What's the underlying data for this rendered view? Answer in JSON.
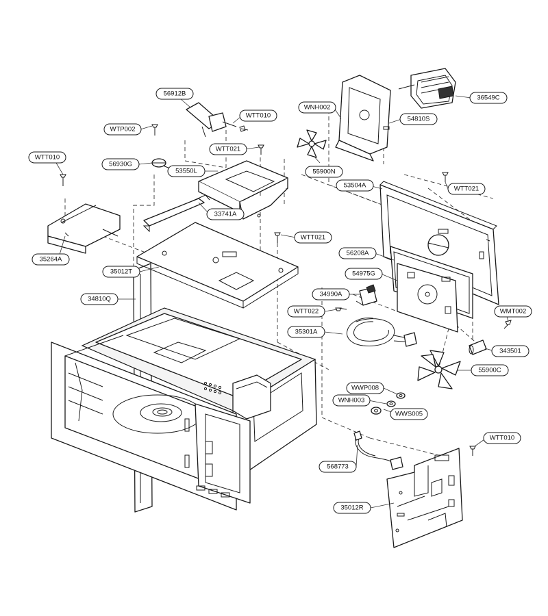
{
  "callouts": [
    {
      "id": "56912B",
      "label": "56912B"
    },
    {
      "id": "WTT010_top",
      "label": "WTT010"
    },
    {
      "id": "WTP002",
      "label": "WTP002"
    },
    {
      "id": "WTT021_a",
      "label": "WTT021"
    },
    {
      "id": "56930G",
      "label": "56930G"
    },
    {
      "id": "53550L",
      "label": "53550L"
    },
    {
      "id": "WTT010_left",
      "label": "WTT010"
    },
    {
      "id": "33741A",
      "label": "33741A"
    },
    {
      "id": "35264A",
      "label": "35264A"
    },
    {
      "id": "WTT021_b",
      "label": "WTT021"
    },
    {
      "id": "35012T",
      "label": "35012T"
    },
    {
      "id": "34810Q",
      "label": "34810Q"
    },
    {
      "id": "WNH002",
      "label": "WNH002"
    },
    {
      "id": "54810S",
      "label": "54810S"
    },
    {
      "id": "36549C",
      "label": "36549C"
    },
    {
      "id": "55900N",
      "label": "55900N"
    },
    {
      "id": "53504A",
      "label": "53504A"
    },
    {
      "id": "WTT021_c",
      "label": "WTT021"
    },
    {
      "id": "56208A",
      "label": "56208A"
    },
    {
      "id": "54975G",
      "label": "54975G"
    },
    {
      "id": "34990A",
      "label": "34990A"
    },
    {
      "id": "WTT022",
      "label": "WTT022"
    },
    {
      "id": "WMT002",
      "label": "WMT002"
    },
    {
      "id": "35301A",
      "label": "35301A"
    },
    {
      "id": "343501",
      "label": "343501"
    },
    {
      "id": "55900C",
      "label": "55900C"
    },
    {
      "id": "WWP008",
      "label": "WWP008"
    },
    {
      "id": "WNH003",
      "label": "WNH003"
    },
    {
      "id": "WWS005",
      "label": "WWS005"
    },
    {
      "id": "WTT010_right",
      "label": "WTT010"
    },
    {
      "id": "568773",
      "label": "568773"
    },
    {
      "id": "35012R",
      "label": "35012R"
    }
  ]
}
